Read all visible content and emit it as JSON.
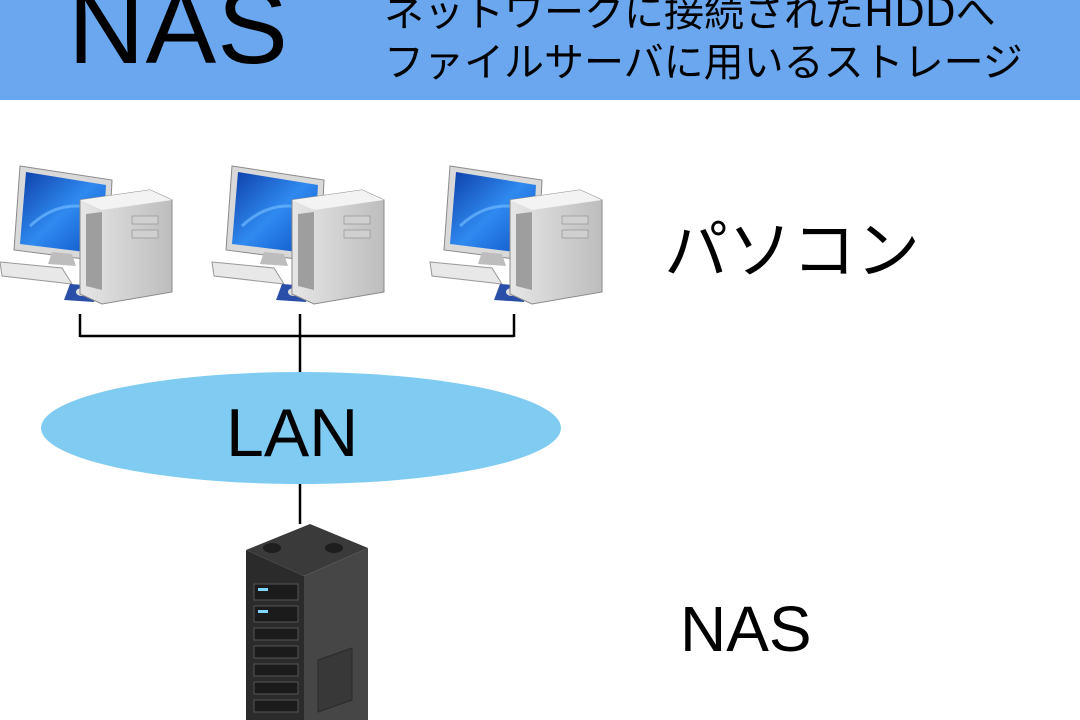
{
  "header": {
    "title": "NAS",
    "description_lines": [
      "ネットワークに接続されたHDDへ",
      "ファイルサーバに用いるストレージ"
    ]
  },
  "diagram": {
    "computers_label": "パソコン",
    "network_label": "LAN",
    "storage_label": "NAS",
    "computers": [
      {
        "icon": "desktop-computer-icon"
      },
      {
        "icon": "desktop-computer-icon"
      },
      {
        "icon": "desktop-computer-icon"
      }
    ],
    "storage_icon": "server-tower-icon"
  },
  "colors": {
    "header_bg": "#6aa7ee",
    "lan_fill": "#7fcbf2",
    "screen": "#1a66d6",
    "line": "#000000"
  }
}
